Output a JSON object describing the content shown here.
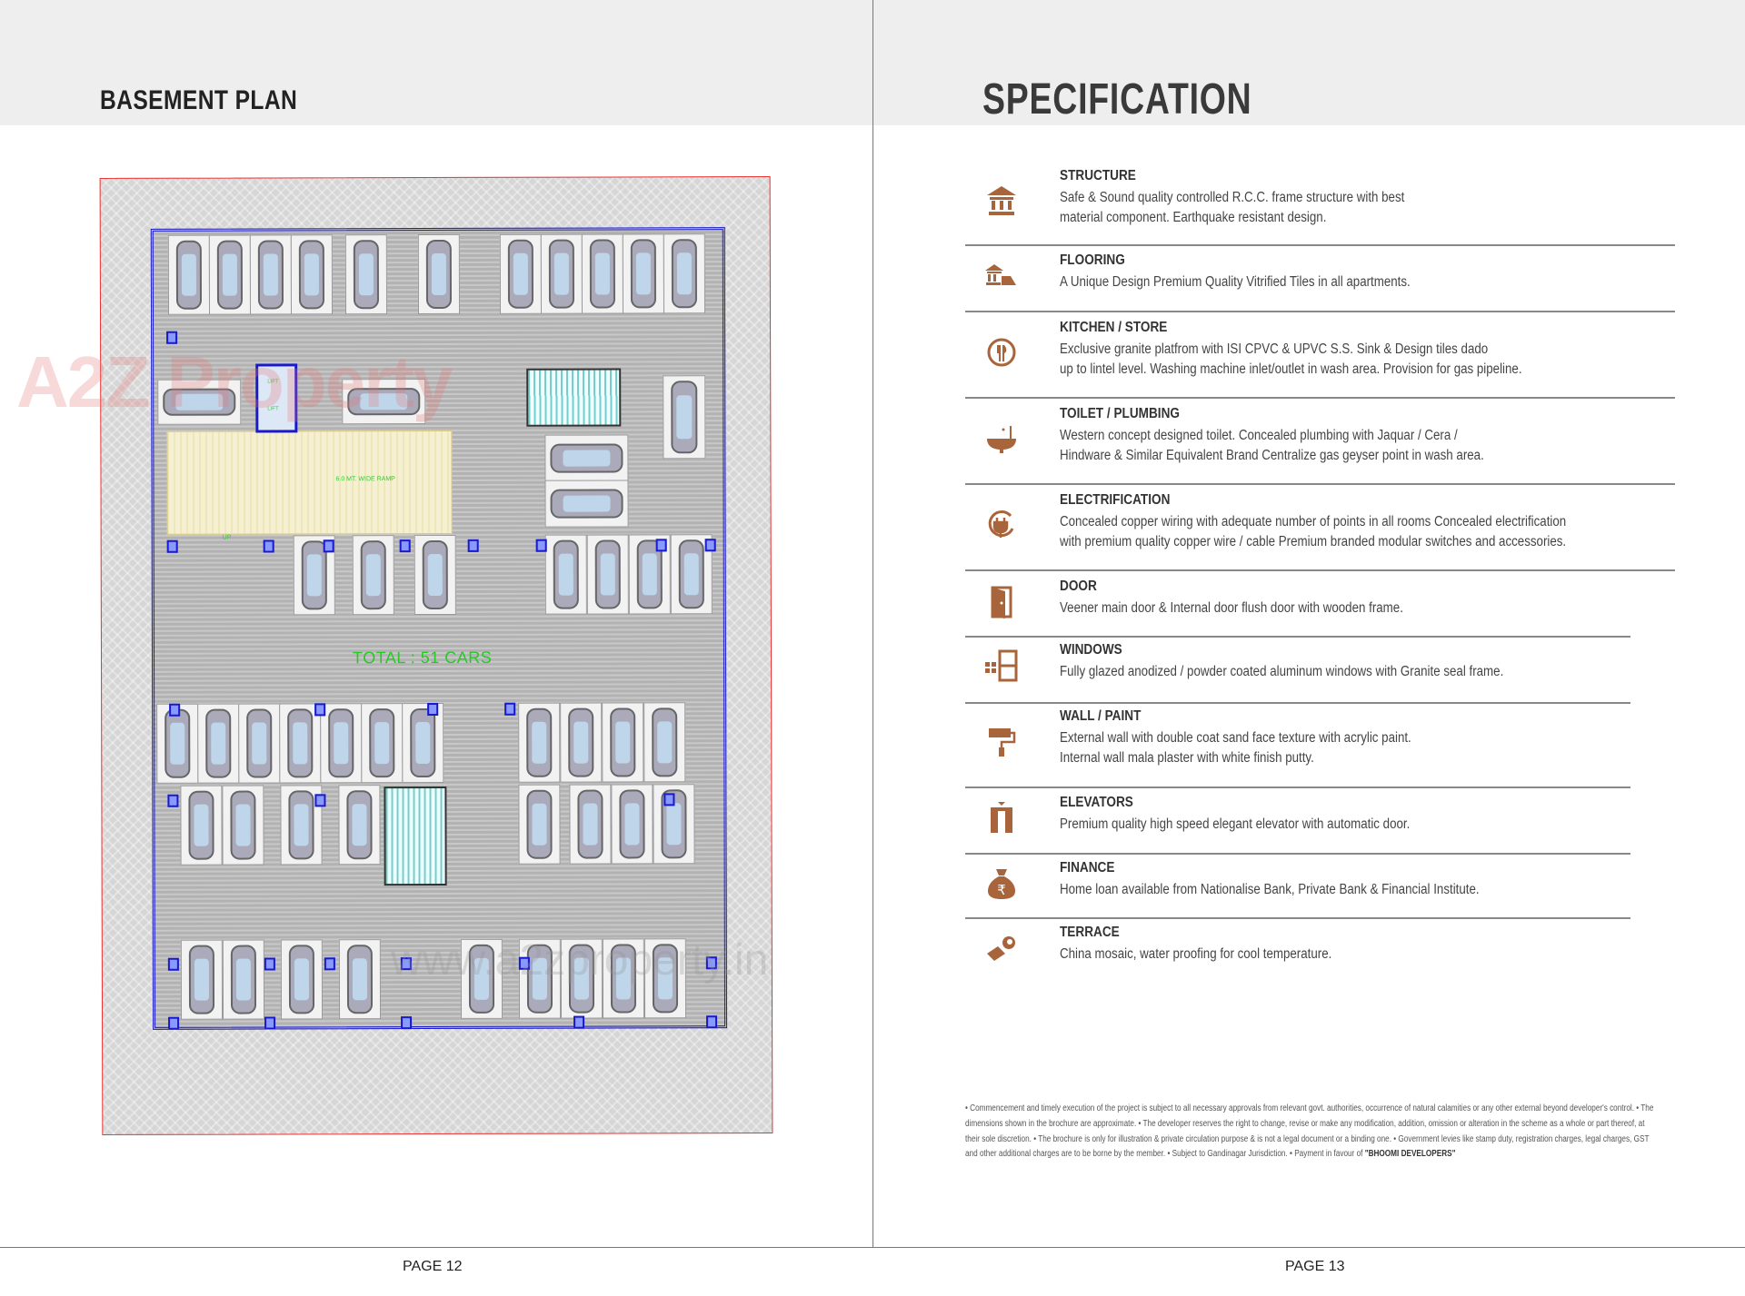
{
  "left_page": {
    "title": "BASEMENT PLAN",
    "plan": {
      "ramp_label": "6.0 MT. WIDE RAMP",
      "up_label": "UP",
      "lift_label": "LIFT",
      "total_label": "TOTAL : 51 CARS",
      "watermark": "A2Z Property",
      "watermark_url": "www.a2zproperty.in"
    },
    "page_number": "PAGE 12"
  },
  "right_page": {
    "title": "SPECIFICATION",
    "icon_color": "#a8643a",
    "specs": [
      {
        "icon": "building-columns-icon",
        "title": "STRUCTURE",
        "lines": [
          "Safe & Sound quality controlled R.C.C. frame structure with best",
          "material component. Earthquake resistant design."
        ]
      },
      {
        "icon": "flooring-icon",
        "title": "FLOORING",
        "lines": [
          "A Unique Design Premium Quality Vitrified Tiles in all apartments."
        ]
      },
      {
        "icon": "fork-knife-icon",
        "title": "KITCHEN / STORE",
        "lines": [
          "Exclusive granite platfrom with ISI CPVC & UPVC S.S. Sink & Design tiles dado",
          "up to lintel level. Washing machine inlet/outlet in wash area. Provision for gas pipeline."
        ]
      },
      {
        "icon": "bathtub-icon",
        "title": "TOILET / PLUMBING",
        "lines": [
          "Western concept designed toilet. Concealed plumbing with Jaquar / Cera /",
          "Hindware & Similar Equivalent Brand Centralize gas geyser point in wash area."
        ]
      },
      {
        "icon": "plug-icon",
        "title": "ELECTRIFICATION",
        "lines": [
          "Concealed copper wiring with adequate number of points in all rooms Concealed electrification",
          "with premium quality copper wire / cable Premium branded modular switches and accessories."
        ]
      },
      {
        "icon": "door-icon",
        "title": "DOOR",
        "lines": [
          "Veener main door & Internal door flush door with wooden frame."
        ]
      },
      {
        "icon": "window-icon",
        "title": "WINDOWS",
        "lines": [
          "Fully glazed anodized / powder coated aluminum windows with Granite seal frame."
        ]
      },
      {
        "icon": "paint-roller-icon",
        "title": "WALL / PAINT",
        "lines": [
          "External wall with double coat sand face texture with acrylic paint.",
          "Internal wall mala plaster with white finish putty."
        ]
      },
      {
        "icon": "elevator-icon",
        "title": "ELEVATORS",
        "lines": [
          "Premium quality high speed elegant elevator with automatic door."
        ]
      },
      {
        "icon": "rupee-bag-icon",
        "title": "FINANCE",
        "lines": [
          "Home loan available from Nationalise Bank, Private Bank & Financial Institute."
        ]
      },
      {
        "icon": "terrace-icon",
        "title": "TERRACE",
        "lines": [
          "China mosaic, water proofing for cool temperature."
        ]
      }
    ],
    "disclaimer": "• Commencement and timely execution of the project is subject to all necessary approvals from relevant govt. authorities, occurrence of natural calamities or any other external beyond developer's control.  • The dimensions shown in the brochure are approximate.  • The developer reserves the right to change, revise or make any modification, addition, omission or alteration in the scheme as a whole or part thereof, at their sole discretion.  • The brochure is only for illustration & private circulation purpose & is not a legal document or a binding one.  • Government levies like stamp duty, registration charges, legal charges, GST and other additional charges are to be borne by the member.   • Subject to Gandinagar Jurisdiction.  • Payment in favour of",
    "disclaimer_payee": "\"BHOOMI DEVELOPERS\"",
    "page_number": "PAGE 13"
  }
}
